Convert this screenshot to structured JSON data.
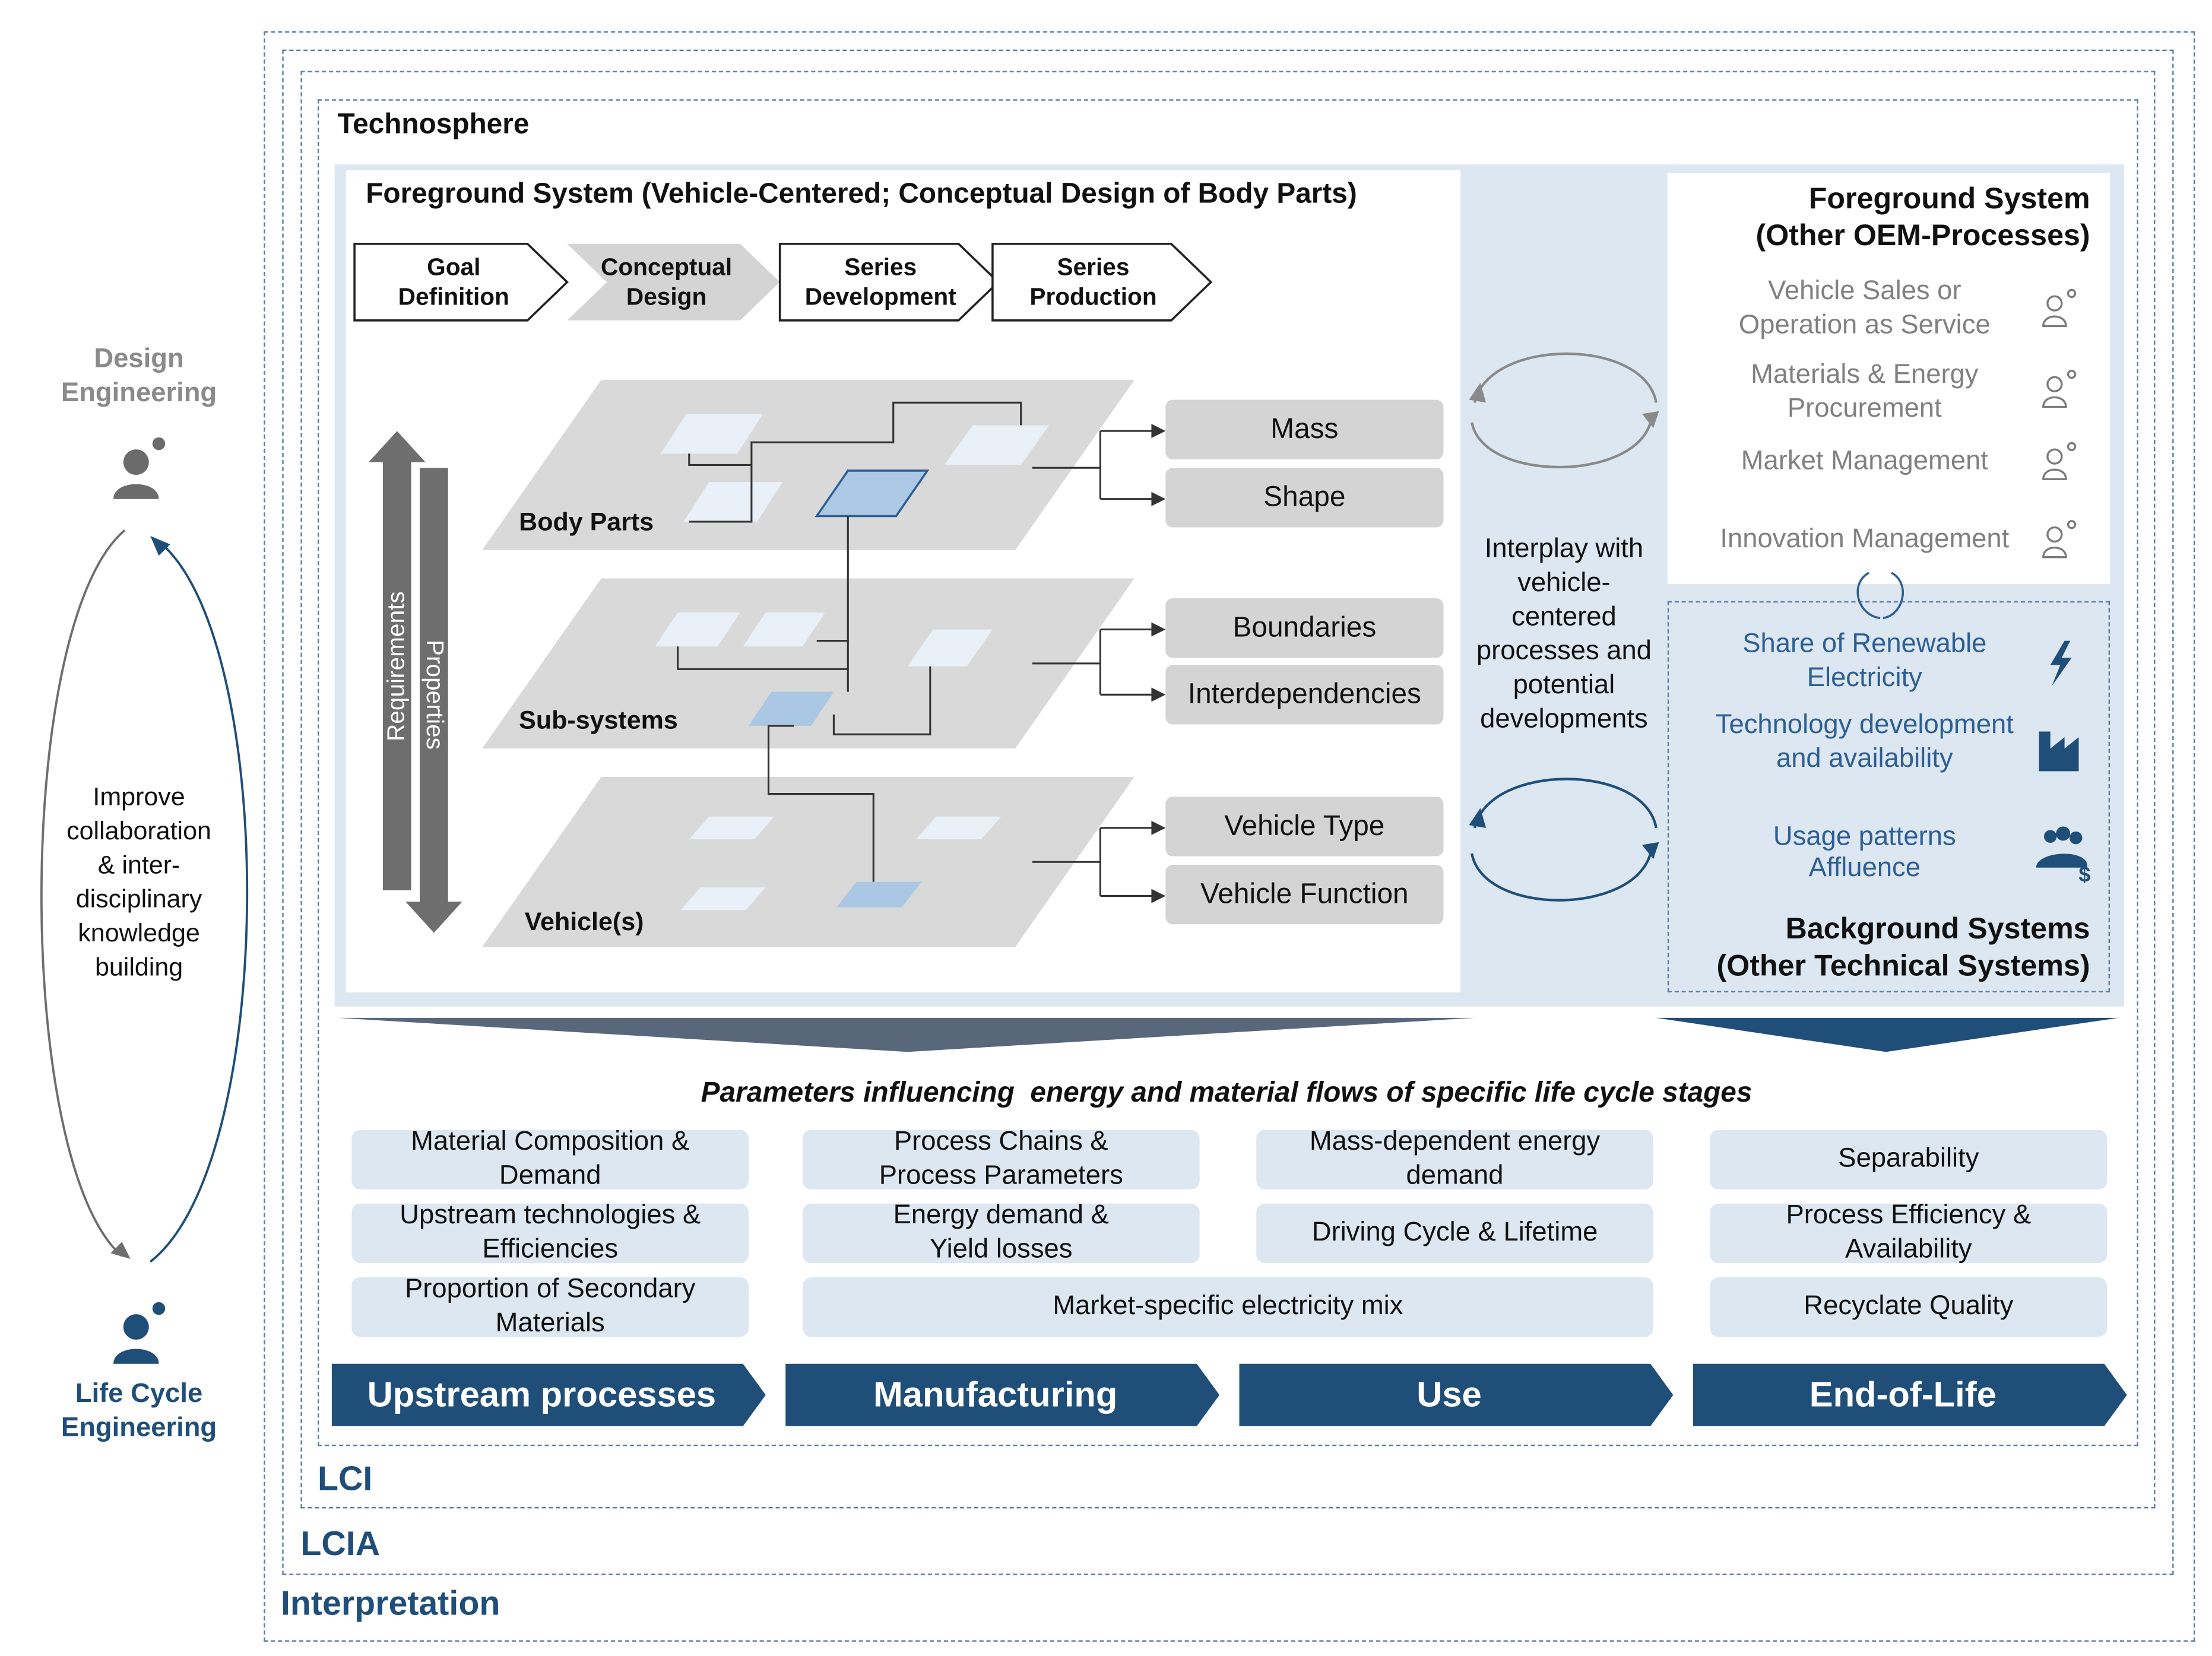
{
  "frames": {
    "technosphere": "Technosphere",
    "lci": "LCI",
    "lcia": "LCIA",
    "interpretation": "Interpretation"
  },
  "roles": {
    "design_engineering": "Design Engineering",
    "life_cycle_engineering": "Life Cycle Engineering",
    "loop_text": "Improve collaboration & inter-disciplinary knowledge building"
  },
  "foreground_vehicle": {
    "title": "Foreground System (Vehicle-Centered; Conceptual Design of Body Parts)",
    "phases": [
      {
        "line1": "Goal",
        "line2": "Definition"
      },
      {
        "line1": "Conceptual",
        "line2": "Design"
      },
      {
        "line1": "Series",
        "line2": "Development"
      },
      {
        "line1": "Series",
        "line2": "Production"
      }
    ],
    "arrows": {
      "requirements": "Requirements",
      "properties": "Properties"
    },
    "layers": [
      {
        "label": "Body Parts",
        "outputs": [
          "Mass",
          "Shape"
        ]
      },
      {
        "label": "Sub-systems",
        "outputs": [
          "Boundaries",
          "Interdependencies"
        ]
      },
      {
        "label": "Vehicle(s)",
        "outputs": [
          "Vehicle Type",
          "Vehicle Function"
        ]
      }
    ]
  },
  "interplay": "Interplay with vehicle-centered processes and potential developments",
  "foreground_oem": {
    "title_line1": "Foreground System",
    "title_line2": "(Other OEM-Processes)",
    "items": [
      {
        "line1": "Vehicle Sales or",
        "line2": "Operation as Service",
        "icon": "person-gear-icon"
      },
      {
        "line1": "Materials & Energy",
        "line2": "Procurement",
        "icon": "person-gear-icon"
      },
      {
        "line1": "Market Management",
        "line2": "",
        "icon": "person-gear-icon"
      },
      {
        "line1": "Innovation Management",
        "line2": "",
        "icon": "person-gear-icon"
      }
    ]
  },
  "background": {
    "title_line1": "Background Systems",
    "title_line2": "(Other Technical Systems)",
    "items": [
      {
        "line1": "Share of Renewable",
        "line2": "Electricity",
        "icon": "lightning-icon"
      },
      {
        "line1": "Technology development",
        "line2": "and availability",
        "icon": "factory-icon"
      },
      {
        "line1": "Usage patterns",
        "line2": "Affluence",
        "icon": "people-money-icon"
      }
    ]
  },
  "parameters": {
    "title": "Parameters influencing  energy and material flows of specific life cycle stages",
    "upstream": [
      {
        "line1": "Material Composition &",
        "line2": "Demand"
      },
      {
        "line1": "Upstream technologies &",
        "line2": "Efficiencies"
      },
      {
        "line1": "Proportion of Secondary",
        "line2": "Materials"
      }
    ],
    "manufacturing": [
      {
        "line1": "Process Chains &",
        "line2": "Process Parameters"
      },
      {
        "line1": "Energy demand &",
        "line2": "Yield losses"
      }
    ],
    "use": [
      {
        "line1": "Mass-dependent energy",
        "line2": "demand"
      },
      {
        "line1": "Driving Cycle & Lifetime",
        "line2": ""
      }
    ],
    "shared": "Market-specific electricity mix",
    "eol": [
      {
        "line1": "Separability",
        "line2": ""
      },
      {
        "line1": "Process Efficiency &",
        "line2": "Availability"
      },
      {
        "line1": "Recyclate Quality",
        "line2": ""
      }
    ]
  },
  "stages": [
    "Upstream processes",
    "Manufacturing",
    "Use",
    "End-of-Life"
  ],
  "colors": {
    "navy": "#1f4e79",
    "light_blue": "#dde7f2",
    "gray_box": "#d4d4d4",
    "layer_gray": "#d9d9d9"
  }
}
